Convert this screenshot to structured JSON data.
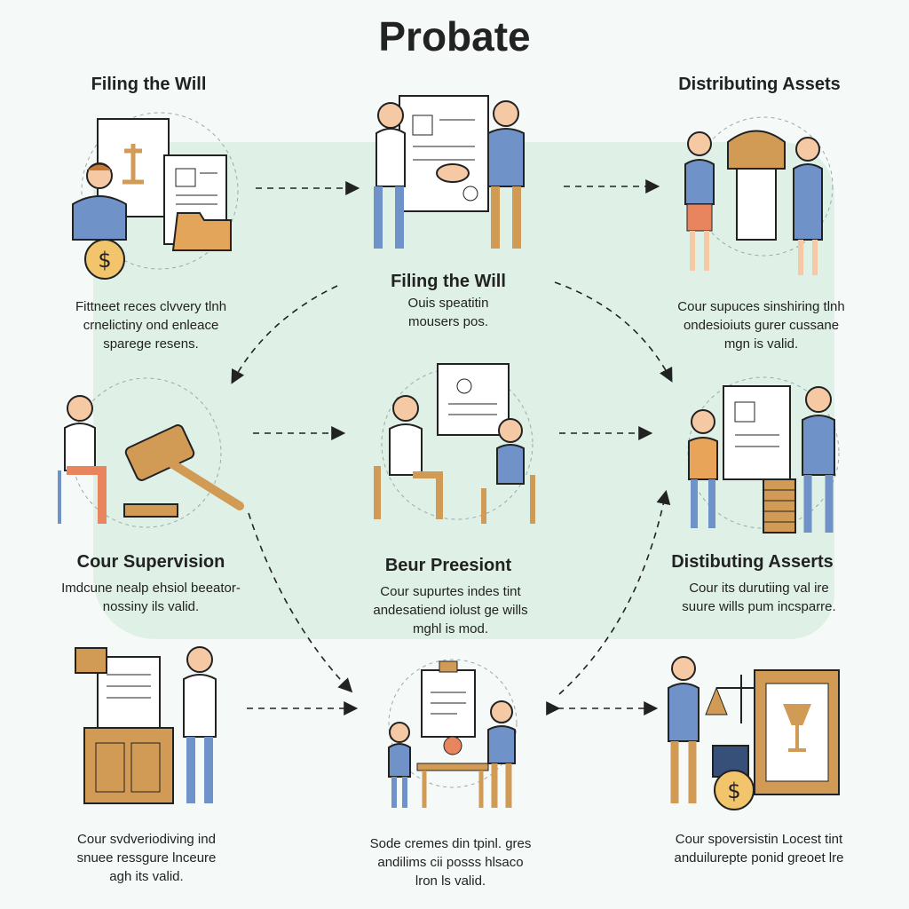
{
  "title": "Probate",
  "steps": [
    {
      "heading": "Filing the Will",
      "lines": [
        "Fittneet reces clvvery tlnh",
        "crnelictiny ond enleace",
        "sparege resens."
      ]
    },
    {
      "heading": "Filing the Will",
      "lines": [
        "Ouis speatitin",
        "mousers pos."
      ]
    },
    {
      "heading": "Distributing Assets",
      "lines": [
        "Cour supuces sinshiring tlnh",
        "ondesioiuts gurer cussane",
        "mgn is valid."
      ]
    },
    {
      "heading": "Cour Supervision",
      "lines": [
        "Imdcune nealp ehsiol beeator-",
        "nossiny ils valid."
      ]
    },
    {
      "heading": "Beur Preesiont",
      "lines": [
        "Cour supurtes indes tint",
        "andesatiend iolust ge wills",
        "mghl is mod."
      ]
    },
    {
      "heading": "Distibuting Asserts",
      "lines": [
        "Cour its durutiing val ire",
        "suure wills pum incsparre."
      ]
    },
    {
      "heading": "",
      "lines": [
        "Cour svdveriodiving ind",
        "snuee ressgure lnceure",
        "agh its valid."
      ]
    },
    {
      "heading": "",
      "lines": [
        "Sode cremes din tpinl. gres",
        "andilims cii posss hlsaco",
        "lron ls valid."
      ]
    },
    {
      "heading": "",
      "lines": [
        "Cour spoversistin Locest tint",
        "anduilurepte ponid greoet lre"
      ]
    }
  ],
  "colors": {
    "accent_green": "#dff1e6",
    "skin": "#f6c9a5",
    "hair": "#c47a35",
    "blue": "#6f92c8",
    "wood": "#d19a55",
    "navy": "#36507a"
  },
  "icons": [
    "document-icon",
    "gavel-icon",
    "dollar-coin-icon",
    "handshake-icon",
    "scale-icon",
    "folder-icon"
  ]
}
